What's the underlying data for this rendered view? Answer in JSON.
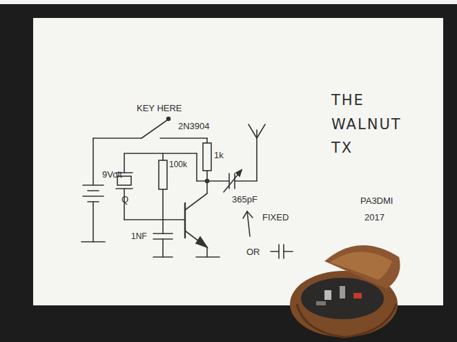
{
  "diagram": {
    "title": "THE WALNUT TX",
    "labels": [
      "KEY HERE",
      "2N3904",
      "9Volt",
      "1k",
      "100k",
      "Q",
      "1NF",
      "365pF",
      "FIXED",
      "OR",
      "PA3DMI",
      "2017"
    ]
  }
}
